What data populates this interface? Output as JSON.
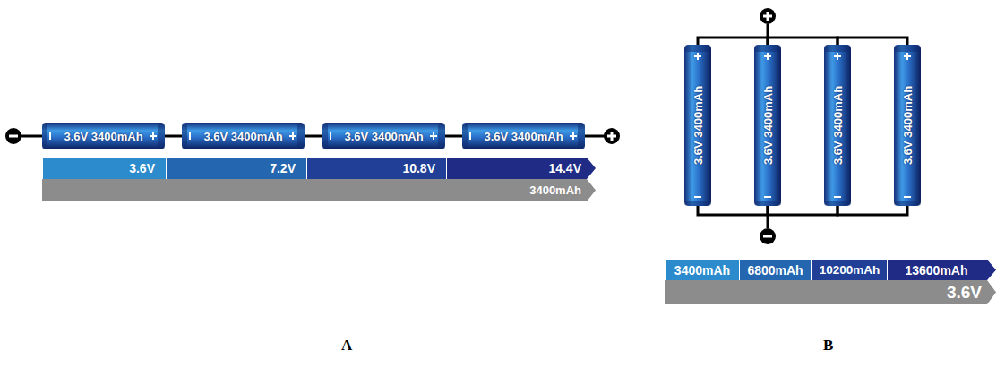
{
  "diagram": {
    "nodes": [
      {
        "text": [
          "3.6V 3400mAh"
        ]
      },
      {
        "text": [
          "3.6V 3400mAh"
        ]
      },
      {
        "text": [
          "3.6V 3400mAh"
        ]
      },
      {
        "text": [
          "3.6V 3400mAh"
        ]
      },
      {
        "text": [
          "3.6V"
        ]
      },
      {
        "text": [
          "7.2V"
        ]
      },
      {
        "text": [
          "10.8V"
        ]
      },
      {
        "text": [
          "14.4V"
        ]
      },
      {
        "text": [
          "3400mAh"
        ]
      },
      {
        "text": [
          "3.6V 3400mAh"
        ]
      },
      {
        "text": [
          "3.6V 3400mAh"
        ]
      },
      {
        "text": [
          "3.6V 3400mAh"
        ]
      },
      {
        "text": [
          "3.6V 3400mAh"
        ]
      },
      {
        "text": [
          "3400mAh"
        ]
      },
      {
        "text": [
          "6800mAh"
        ]
      },
      {
        "text": [
          "10200mAh"
        ]
      },
      {
        "text": [
          "13600mAh"
        ]
      },
      {
        "text": [
          "3.6V"
        ]
      }
    ],
    "edges": [
      {
        "from": 0,
        "to": 1,
        "arrow": "none"
      },
      {
        "from": 1,
        "to": 2,
        "arrow": "none"
      },
      {
        "from": 2,
        "to": 3,
        "arrow": "none"
      },
      {
        "from": 9,
        "to": 10,
        "arrow": "none"
      },
      {
        "from": 10,
        "to": 11,
        "arrow": "none"
      },
      {
        "from": 11,
        "to": 12,
        "arrow": "none"
      },
      {
        "from": 9,
        "to": 10,
        "arrow": "none"
      },
      {
        "from": 10,
        "to": 11,
        "arrow": "none"
      },
      {
        "from": 11,
        "to": 12,
        "arrow": "none"
      }
    ],
    "labels": [
      "A",
      "B"
    ]
  }
}
